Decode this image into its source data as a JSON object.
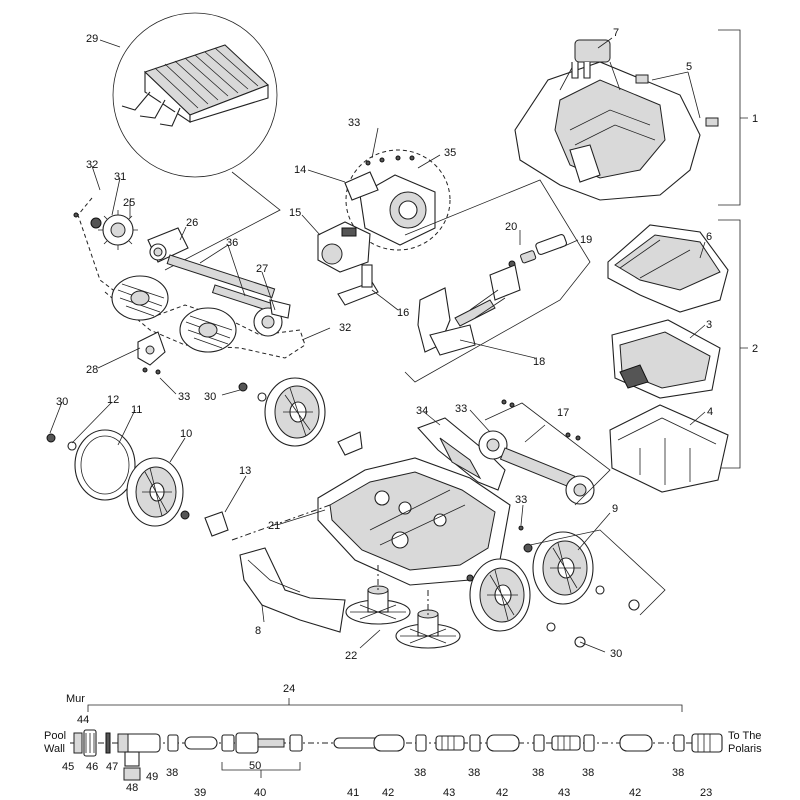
{
  "parts": {
    "p1": "1",
    "p2": "2",
    "p3": "3",
    "p4": "4",
    "p5": "5",
    "p6": "6",
    "p7": "7",
    "p8": "8",
    "p9": "9",
    "p10": "10",
    "p11": "11",
    "p12": "12",
    "p13": "13",
    "p14": "14",
    "p15": "15",
    "p16": "16",
    "p17": "17",
    "p18": "18",
    "p19": "19",
    "p20": "20",
    "p21": "21",
    "p22": "22",
    "p23": "23",
    "p24": "24",
    "p25": "25",
    "p26": "26",
    "p27": "27",
    "p28": "28",
    "p29": "29",
    "p30": "30",
    "p31": "31",
    "p32": "32",
    "p33": "33",
    "p34": "34",
    "p35": "35",
    "p36": "36",
    "p38": "38",
    "p39": "39",
    "p40": "40",
    "p41": "41",
    "p42": "42",
    "p43": "43",
    "p44": "44",
    "p45": "45",
    "p46": "46",
    "p47": "47",
    "p48": "48",
    "p49": "49",
    "p50": "50"
  },
  "hose": {
    "mur": "Mur",
    "pool": "Pool",
    "wall": "Wall",
    "to_the": "To The",
    "polaris": "Polaris"
  }
}
